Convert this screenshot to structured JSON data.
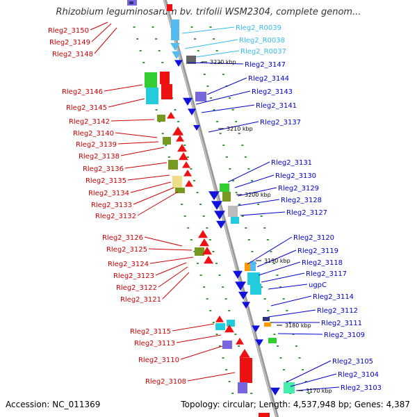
{
  "title": "Rhizobium leguminosarum bv. trifolii WSM2304, complete genom...",
  "footer": {
    "accession": "Accession: NC_011369",
    "topology": "Topology: circular; Length: 4,537,948 bp; Genes: 4,387"
  },
  "colors": {
    "forward_label": "#cc0000",
    "reverse_label": "#0000cc",
    "rna_label": "#33bbee",
    "backbone": "#999999",
    "ruler_ticks": "#339933"
  },
  "ruler": [
    {
      "label": "3220 kbp"
    },
    {
      "label": "3210 kbp"
    },
    {
      "label": "3200 kbp"
    },
    {
      "label": "3190 kbp"
    },
    {
      "label": "3180 kbp"
    },
    {
      "label": "3170 kbp"
    }
  ],
  "left_labels": [
    {
      "text": "Rleg2_3150"
    },
    {
      "text": "Rleg2_3149"
    },
    {
      "text": "Rleg2_3148"
    },
    {
      "text": "Rleg2_3146"
    },
    {
      "text": "Rleg2_3145"
    },
    {
      "text": "Rleg2_3142"
    },
    {
      "text": "Rleg2_3140"
    },
    {
      "text": "Rleg2_3139"
    },
    {
      "text": "Rleg2_3138"
    },
    {
      "text": "Rleg2_3136"
    },
    {
      "text": "Rleg2_3135"
    },
    {
      "text": "Rleg2_3134"
    },
    {
      "text": "Rleg2_3133"
    },
    {
      "text": "Rleg2_3132"
    },
    {
      "text": "Rleg2_3126"
    },
    {
      "text": "Rleg2_3125"
    },
    {
      "text": "Rleg2_3124"
    },
    {
      "text": "Rleg2_3123"
    },
    {
      "text": "Rleg2_3122"
    },
    {
      "text": "Rleg2_3121"
    },
    {
      "text": "Rleg2_3115"
    },
    {
      "text": "Rleg2_3113"
    },
    {
      "text": "Rleg2_3110"
    },
    {
      "text": "Rleg2_3108"
    }
  ],
  "right_labels": [
    {
      "text": "Rleg2_R0039",
      "kind": "rna"
    },
    {
      "text": "Rleg2_R0038",
      "kind": "rna"
    },
    {
      "text": "Rleg2_R0037",
      "kind": "rna"
    },
    {
      "text": "Rleg2_3147",
      "kind": "gene"
    },
    {
      "text": "Rleg2_3144",
      "kind": "gene"
    },
    {
      "text": "Rleg2_3143",
      "kind": "gene"
    },
    {
      "text": "Rleg2_3141",
      "kind": "gene"
    },
    {
      "text": "Rleg2_3137",
      "kind": "gene"
    },
    {
      "text": "Rleg2_3131",
      "kind": "gene"
    },
    {
      "text": "Rleg2_3130",
      "kind": "gene"
    },
    {
      "text": "Rleg2_3129",
      "kind": "gene"
    },
    {
      "text": "Rleg2_3128",
      "kind": "gene"
    },
    {
      "text": "Rleg2_3127",
      "kind": "gene"
    },
    {
      "text": "Rleg2_3120",
      "kind": "gene"
    },
    {
      "text": "Rleg2_3119",
      "kind": "gene"
    },
    {
      "text": "Rleg2_3118",
      "kind": "gene"
    },
    {
      "text": "Rleg2_3117",
      "kind": "gene"
    },
    {
      "text": "ugpC",
      "kind": "gene"
    },
    {
      "text": "Rleg2_3114",
      "kind": "gene"
    },
    {
      "text": "Rleg2_3112",
      "kind": "gene"
    },
    {
      "text": "Rleg2_3111",
      "kind": "gene"
    },
    {
      "text": "Rleg2_3109",
      "kind": "gene"
    },
    {
      "text": "Rleg2_3105",
      "kind": "gene"
    },
    {
      "text": "Rleg2_3104",
      "kind": "gene"
    },
    {
      "text": "Rleg2_3103",
      "kind": "gene"
    }
  ]
}
